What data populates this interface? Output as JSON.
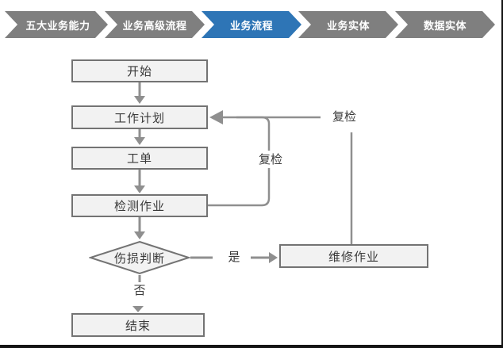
{
  "nav": {
    "tabs": [
      {
        "label": "五大业务能力",
        "selected": false
      },
      {
        "label": "业务高级流程",
        "selected": false
      },
      {
        "label": "业务流程",
        "selected": true
      },
      {
        "label": "业务实体",
        "selected": false
      },
      {
        "label": "数据实体",
        "selected": false
      }
    ]
  },
  "flowchart": {
    "nodes": {
      "start": {
        "label": "开始",
        "type": "process"
      },
      "plan": {
        "label": "工作计划",
        "type": "process"
      },
      "order": {
        "label": "工单",
        "type": "process"
      },
      "inspect": {
        "label": "检测作业",
        "type": "process"
      },
      "judge": {
        "label": "伤损判断",
        "type": "decision"
      },
      "end": {
        "label": "结束",
        "type": "process"
      },
      "repair": {
        "label": "维修作业",
        "type": "process"
      }
    },
    "edge_labels": {
      "yes": "是",
      "no": "否",
      "recheck_loop": "复检",
      "recheck_repair": "复检"
    }
  },
  "colors": {
    "tab_gray": "#7f7f7f",
    "tab_active_blue": "#2e75b6",
    "node_fill": "#f2f2f2",
    "node_border": "#737373",
    "connector_gray": "#8f8f8f",
    "text_dark": "#3a3a3a",
    "frame_border": "#141414"
  }
}
